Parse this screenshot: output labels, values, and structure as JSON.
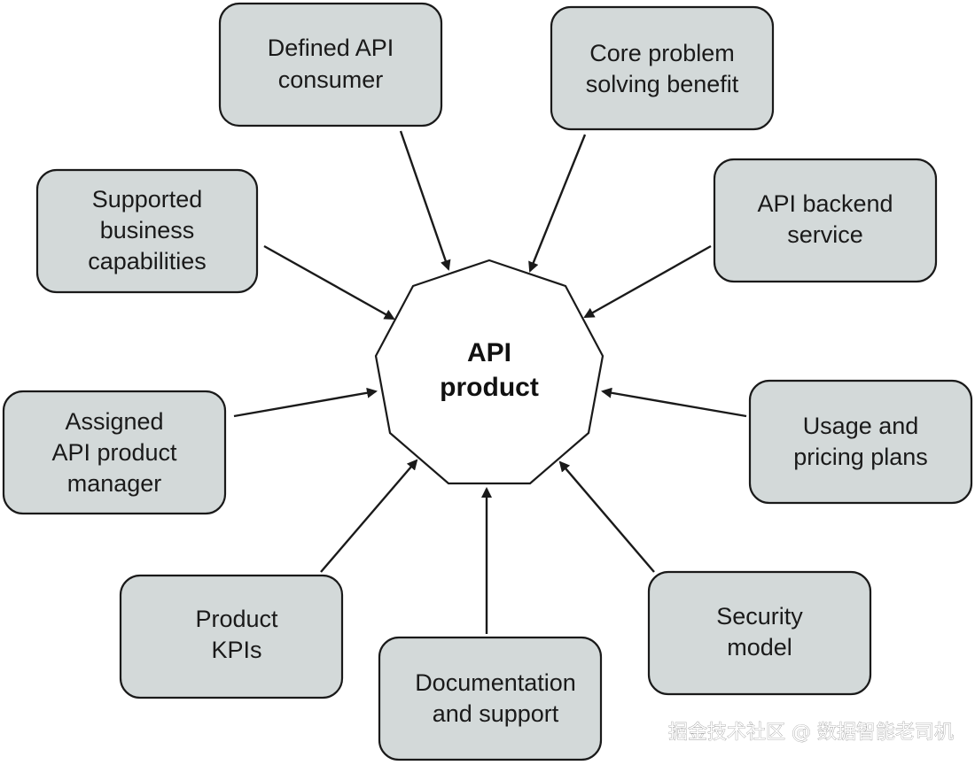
{
  "center": {
    "lines": [
      "API",
      "product"
    ]
  },
  "boxes": [
    {
      "id": "defined-api-consumer",
      "lines": [
        "Defined API",
        "consumer"
      ]
    },
    {
      "id": "core-problem-solving-benefit",
      "lines": [
        "Core problem",
        "solving benefit"
      ]
    },
    {
      "id": "api-backend-service",
      "lines": [
        "API backend",
        "service"
      ]
    },
    {
      "id": "usage-and-pricing-plans",
      "lines": [
        "Usage and",
        "pricing plans"
      ]
    },
    {
      "id": "security-model",
      "lines": [
        "Security",
        "model"
      ]
    },
    {
      "id": "documentation-and-support",
      "lines": [
        "Documentation",
        "and support"
      ]
    },
    {
      "id": "product-kpis",
      "lines": [
        "Product",
        "KPIs"
      ]
    },
    {
      "id": "assigned-api-product-manager",
      "lines": [
        "Assigned",
        "API product",
        "manager"
      ]
    },
    {
      "id": "supported-business-capabilities",
      "lines": [
        "Supported",
        "business",
        "capabilities"
      ]
    }
  ],
  "watermark": "掘金技术社区 @ 数据智能老司机"
}
